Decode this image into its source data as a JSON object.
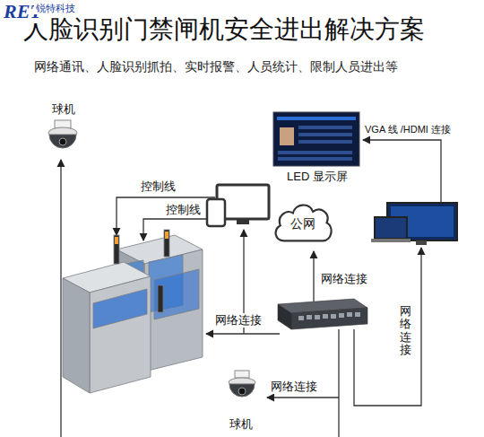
{
  "diagram": {
    "title": "人脸识别门禁闸机安全进出解决方案",
    "nodes": [
      {
        "text": [
          "球机"
        ]
      },
      {
        "text": [
          "LED 显示屏"
        ]
      },
      {
        "text": [
          "公网"
        ]
      },
      {
        "text": [
          "球机"
        ]
      }
    ],
    "labels": [
      "RET",
      "锐特科技",
      "网络通讯、人脸识别抓拍、实时报警、人员统计、限制人员进出等",
      "控制线",
      "控制线",
      "VGA 线 /HDMI 连接",
      "网络连接",
      "网络连接",
      "网络连接",
      "网络连接"
    ]
  }
}
